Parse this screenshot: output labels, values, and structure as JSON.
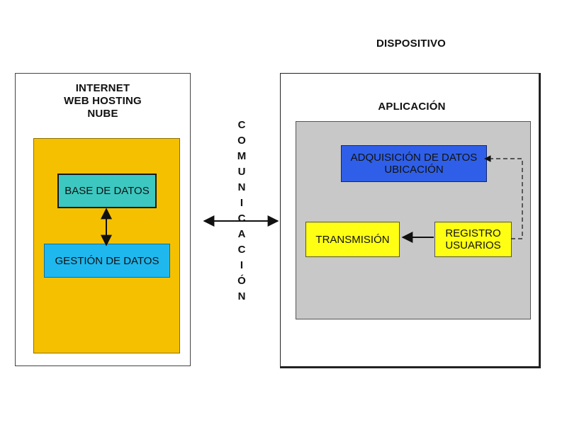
{
  "device_title": "DISPOSITIVO",
  "server": {
    "title_lines": [
      "INTERNET",
      "WEB HOSTING",
      "NUBE"
    ],
    "database": "BASE DE DATOS",
    "data_management": "GESTIÓN DE DATOS"
  },
  "communication_letters": [
    "C",
    "O",
    "M",
    "U",
    "N",
    "I",
    "C",
    "A",
    "C",
    "I",
    "Ó",
    "N"
  ],
  "app": {
    "title": "APLICACIÓN",
    "acquisition_lines": [
      "ADQUISICIÓN DE DATOS",
      "UBICACIÓN"
    ],
    "transmission": "TRANSMISIÓN",
    "registration_lines": [
      "REGISTRO",
      "USUARIOS"
    ]
  },
  "colors": {
    "cloud_area": "#f5c000",
    "database_box": "#3cc8c0",
    "management_box": "#1fb8ee",
    "acquisition_box": "#2f5fe8",
    "transmission_box": "#ffff14",
    "registration_box": "#ffff14",
    "app_area": "#c8c8c8"
  }
}
